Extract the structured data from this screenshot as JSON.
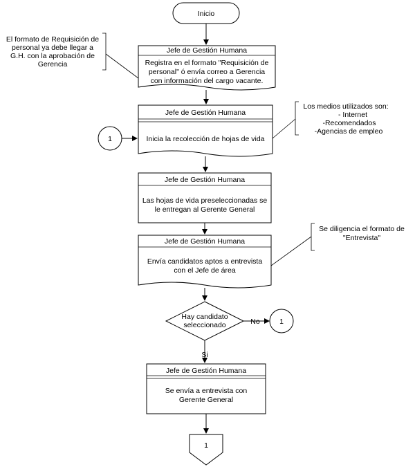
{
  "start": {
    "label": "Inicio"
  },
  "steps": [
    {
      "role": "Jefe de Gestión Humana",
      "lines": [
        "Registra en el formato \"Requisición de",
        "personal\" ó envía correo a Gerencia",
        "con información del cargo vacante."
      ]
    },
    {
      "role": "Jefe de Gestión Humana",
      "lines": [
        "Inicia la recolección de hojas de vida"
      ]
    },
    {
      "role": "Jefe de Gestión Humana",
      "lines": [
        "Las hojas de vida preseleccionadas se",
        "le entregan al Gerente General"
      ]
    },
    {
      "role": "Jefe de Gestión Humana",
      "lines": [
        "Envía candidatos aptos a entrevista",
        "con el Jefe de área"
      ]
    },
    {
      "role": "Jefe de Gestión Humana",
      "lines": [
        "Se envía a entrevista con",
        "Gerente General"
      ]
    }
  ],
  "decision": {
    "lines": [
      "Hay candidato",
      "seleccionado"
    ],
    "no_label": "No",
    "yes_label": "Si"
  },
  "connectors": {
    "entry_label": "1",
    "no_target_label": "1",
    "offpage_label": "1"
  },
  "annotations": {
    "requisicion": [
      "El formato de Requisición de",
      "personal ya debe llegar a",
      "G.H. con la aprobación de",
      "Gerencia"
    ],
    "medios": [
      "Los medios utilizados son:",
      "- Internet",
      "-Recomendados",
      "-Agencias de empleo"
    ],
    "entrevista": [
      "Se diligencia el formato de",
      "\"Entrevista\""
    ]
  }
}
